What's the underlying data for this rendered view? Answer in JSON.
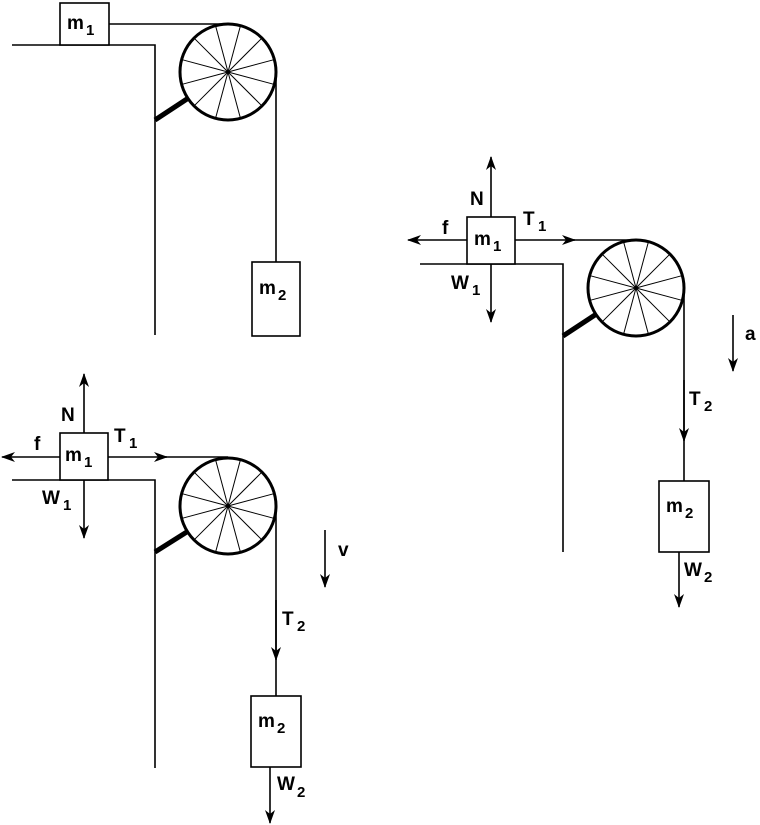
{
  "labels": {
    "m": "m",
    "one": "1",
    "two": "2",
    "N": "N",
    "f": "f",
    "T": "T",
    "W": "W",
    "v": "v",
    "a": "a"
  }
}
